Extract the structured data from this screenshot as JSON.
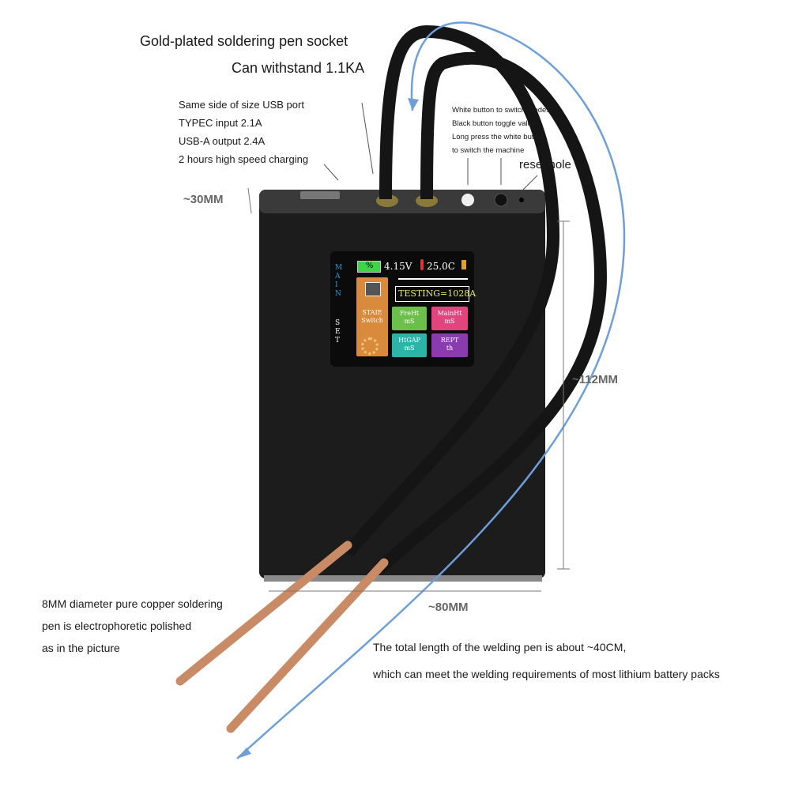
{
  "annotations": {
    "socket_line1": "Gold-plated soldering pen socket",
    "socket_line2": "Can withstand 1.1KA",
    "usb_lines": [
      "Same side of size USB port",
      "TYPEC input 2.1A",
      "USB-A output 2.4A",
      "2 hours high speed charging"
    ],
    "button_lines": [
      "White button to switch modes",
      "Black button toggle value",
      "Long press the white button",
      "to switch the machine"
    ],
    "reset_hole": "reset hole",
    "pen_lines": [
      "8MM diameter pure copper soldering",
      "pen is electrophoretic polished",
      "as in the picture"
    ],
    "length_lines": [
      "The total length of the welding pen is about ~40CM,",
      "which can meet the welding requirements of most lithium battery packs"
    ]
  },
  "dimensions": {
    "thickness": "~30MM",
    "height": "~112MM",
    "width": "~80MM"
  },
  "screen": {
    "battery_pct": "%",
    "voltage": "4.15V",
    "temperature": "25.0C",
    "testing": "TESTING=1028A",
    "side_main": "MAIN",
    "side_set": "SET",
    "tiles": [
      {
        "line1": "STAIE",
        "line2": "Switch",
        "color": "#d98a3c"
      },
      {
        "line1": "FreHt",
        "line2": "mS",
        "color": "#6cc04a"
      },
      {
        "line1": "MainHt",
        "line2": "mS",
        "color": "#e0457e"
      },
      {
        "line1": "HtGAP",
        "line2": "mS",
        "color": "#2bb5a8"
      },
      {
        "line1": "REPT",
        "line2": "th",
        "color": "#8a3cae"
      }
    ]
  },
  "colors": {
    "device_body": "#1c1c1c",
    "cable": "#151515",
    "copper": "#c98a66",
    "arrow": "#6f9fd8"
  }
}
